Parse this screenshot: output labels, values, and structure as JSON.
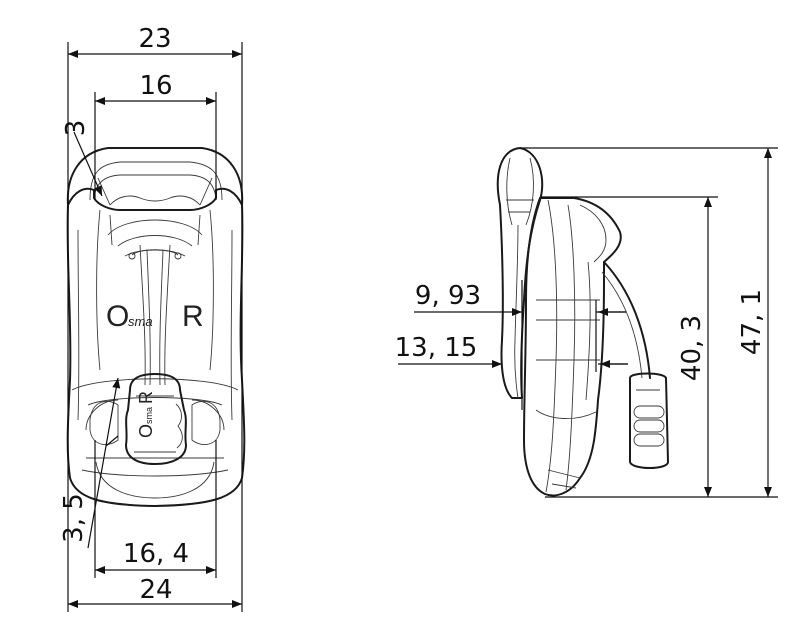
{
  "front_view": {
    "dimensions": {
      "overall_top_width": "23",
      "inner_top_width": "16",
      "rim_thickness": "3",
      "bottom_rim": "3, 5",
      "inner_bottom_width": "16, 4",
      "overall_bottom_width": "24"
    },
    "logo": {
      "large_o": "O",
      "small_text": "sma",
      "large_r": "R"
    },
    "badge_logo": {
      "large_o": "O",
      "small_text": "sma",
      "large_r": "R"
    }
  },
  "side_view": {
    "dimensions": {
      "depth_upper": "9, 93",
      "depth_lower": "13, 15",
      "body_height": "40, 3",
      "total_height": "47, 1"
    }
  },
  "colors": {
    "line": "#1a1a1a",
    "background": "#ffffff"
  }
}
